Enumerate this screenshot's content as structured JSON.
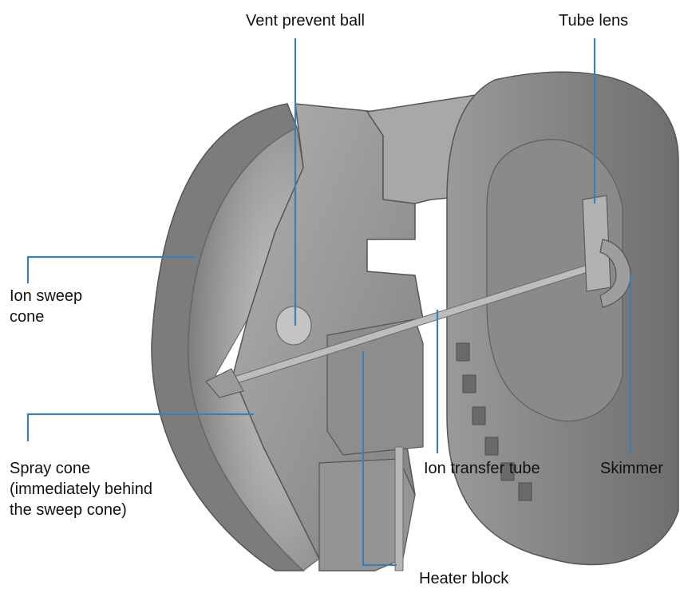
{
  "colors": {
    "leader": "#3a7fb6",
    "metal_dark": "#6b6b6b",
    "metal_mid": "#8f8f8f",
    "metal_light": "#b9b9b9",
    "metal_face": "#a3a3a3",
    "text": "#111111"
  },
  "labels": {
    "vent_prevent_ball": "Vent prevent ball",
    "tube_lens": "Tube lens",
    "ion_sweep_cone": [
      "Ion sweep",
      "cone"
    ],
    "spray_cone": [
      "Spray cone",
      "(immediately behind",
      "the sweep cone)"
    ],
    "ion_transfer_tube": "Ion transfer tube",
    "skimmer": "Skimmer",
    "heater_block": "Heater block"
  }
}
